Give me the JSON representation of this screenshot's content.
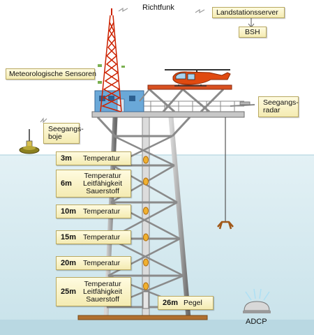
{
  "labels": {
    "richtfunk": "Richtfunk",
    "landstationsserver": "Landstationsserver",
    "bsh": "BSH",
    "meteo": "Meteorologische Sensoren",
    "seegangsradar": "Seegangs-\nradar",
    "seegangsboje": "Seegangs-\nboje",
    "adcp": "ADCP"
  },
  "depth_boxes": [
    {
      "depth": "3m",
      "measurements": [
        "Temperatur"
      ]
    },
    {
      "depth": "6m",
      "measurements": [
        "Temperatur",
        "Leitfähigkeit",
        "Sauerstoff"
      ]
    },
    {
      "depth": "10m",
      "measurements": [
        "Temperatur"
      ]
    },
    {
      "depth": "15m",
      "measurements": [
        "Temperatur"
      ]
    },
    {
      "depth": "20m",
      "measurements": [
        "Temperatur"
      ]
    },
    {
      "depth": "25m",
      "measurements": [
        "Temperatur",
        "Leitfähigkeit",
        "Sauerstoff"
      ]
    }
  ],
  "pegel": {
    "depth": "26m",
    "label": "Pegel"
  },
  "colors": {
    "sea": "#cde6ee",
    "steel": "#8c8c8c",
    "mast": "#cc2200",
    "sensor": "#e8a020",
    "helicopter": "#e04a10",
    "label_bg": "#f8f0c0"
  }
}
